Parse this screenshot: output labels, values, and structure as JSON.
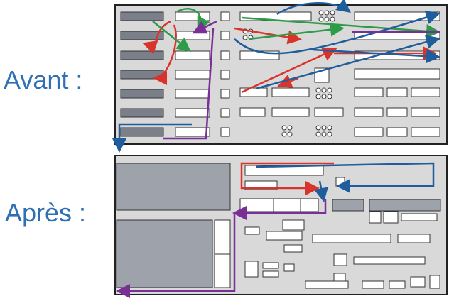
{
  "labels": {
    "before": "Avant :",
    "after": "Après :"
  },
  "colors": {
    "label_text": "#2f6fb3",
    "panel_bg": "#d9d9d9",
    "machine_dark": "#7b7f8a",
    "machine_light": "#ffffff",
    "flow_red": "#d9342b",
    "flow_green": "#2e9b48",
    "flow_blue": "#1f5d9c",
    "flow_purple": "#7a2f97"
  },
  "flows": [
    "flow_red",
    "flow_green",
    "flow_blue",
    "flow_purple"
  ]
}
